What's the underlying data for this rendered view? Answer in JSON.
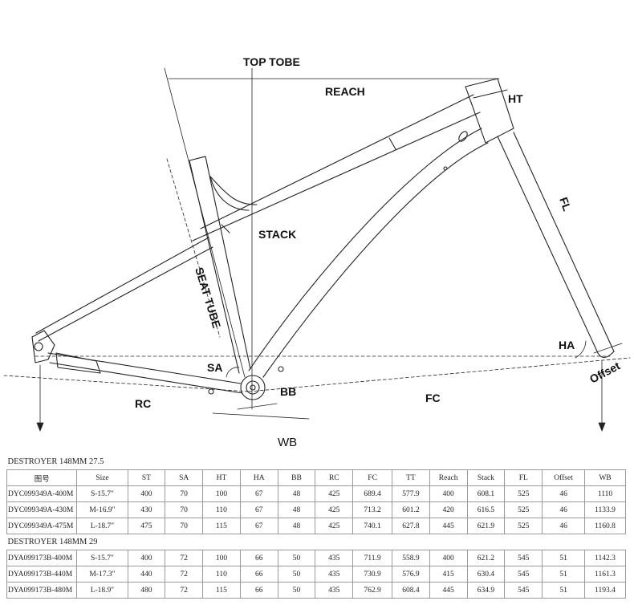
{
  "diagram": {
    "labels": {
      "top_tube": "TOP TOBE",
      "reach": "REACH",
      "ht": "HT",
      "fl": "FL",
      "stack": "STACK",
      "seat_tube": "SEAT TUBE",
      "ha": "HA",
      "sa": "SA",
      "bb": "BB",
      "rc": "RC",
      "fc": "FC",
      "offset": "Offset",
      "wb": "WB"
    }
  },
  "table": {
    "headers": [
      "图号",
      "Size",
      "ST",
      "SA",
      "HT",
      "HA",
      "BB",
      "RC",
      "FC",
      "TT",
      "Reach",
      "Stack",
      "FL",
      "Offset",
      "WB"
    ],
    "groups": [
      {
        "title": "DESTROYER 148MM 27.5",
        "rows": [
          [
            "DYC099349A-400M",
            "S-15.7″",
            "400",
            "70",
            "100",
            "67",
            "48",
            "425",
            "689.4",
            "577.9",
            "400",
            "608.1",
            "525",
            "46",
            "1110"
          ],
          [
            "DYC099349A-430M",
            "M-16.9″",
            "430",
            "70",
            "110",
            "67",
            "48",
            "425",
            "713.2",
            "601.2",
            "420",
            "616.5",
            "525",
            "46",
            "1133.9"
          ],
          [
            "DYC099349A-475M",
            "L-18.7″",
            "475",
            "70",
            "115",
            "67",
            "48",
            "425",
            "740.1",
            "627.8",
            "445",
            "621.9",
            "525",
            "46",
            "1160.8"
          ]
        ]
      },
      {
        "title": "DESTROYER 148MM 29",
        "rows": [
          [
            "DYA099173B-400M",
            "S-15.7″",
            "400",
            "72",
            "100",
            "66",
            "50",
            "435",
            "711.9",
            "558.9",
            "400",
            "621.2",
            "545",
            "51",
            "1142.3"
          ],
          [
            "DYA099173B-440M",
            "M-17.3″",
            "440",
            "72",
            "110",
            "66",
            "50",
            "435",
            "730.9",
            "576.9",
            "415",
            "630.4",
            "545",
            "51",
            "1161.3"
          ],
          [
            "DYA099173B-480M",
            "L-18.9″",
            "480",
            "72",
            "115",
            "66",
            "50",
            "435",
            "762.9",
            "608.4",
            "445",
            "634.9",
            "545",
            "51",
            "1193.4"
          ]
        ]
      }
    ]
  }
}
